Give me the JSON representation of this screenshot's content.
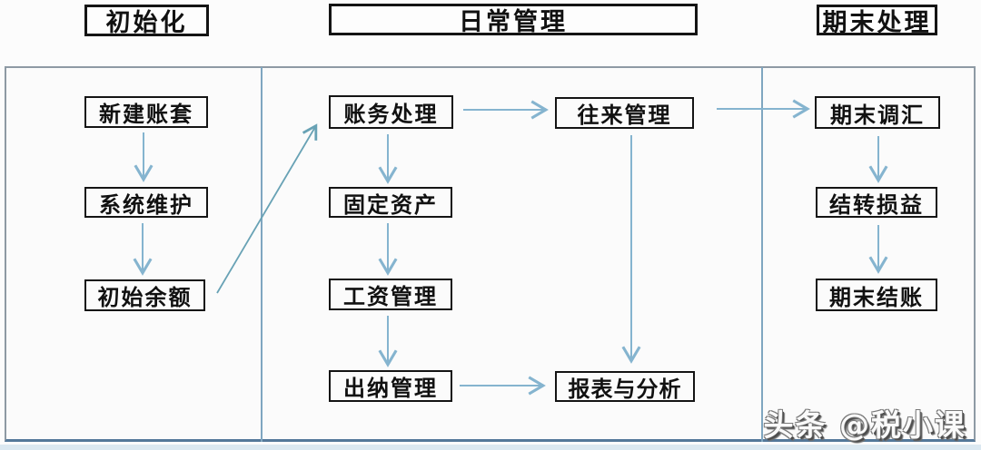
{
  "colors": {
    "arrow": "#85b4cf",
    "diagonal_arrow": "#68a2b5",
    "divider": "#7fa6c0",
    "panel_border": "#8e9aa4",
    "panel_border_bottom": "#54789a",
    "box_border": "#141414"
  },
  "phases": {
    "initialization": {
      "label": "初始化"
    },
    "daily_management": {
      "label": "日常管理"
    },
    "period_end": {
      "label": "期末处理"
    }
  },
  "nodes": {
    "create_account_set": "新建账套",
    "system_maintenance": "系统维护",
    "initial_balance": "初始余额",
    "bookkeeping": "账务处理",
    "fixed_assets": "固定资产",
    "payroll_management": "工资管理",
    "cashier_management": "出纳管理",
    "contacts_management": "往来管理",
    "reports_analysis": "报表与分析",
    "period_end_revaluation": "期末调汇",
    "carry_forward_pl": "结转损益",
    "period_end_closing": "期末结账"
  },
  "watermark": {
    "text": "头条 @税小课"
  }
}
